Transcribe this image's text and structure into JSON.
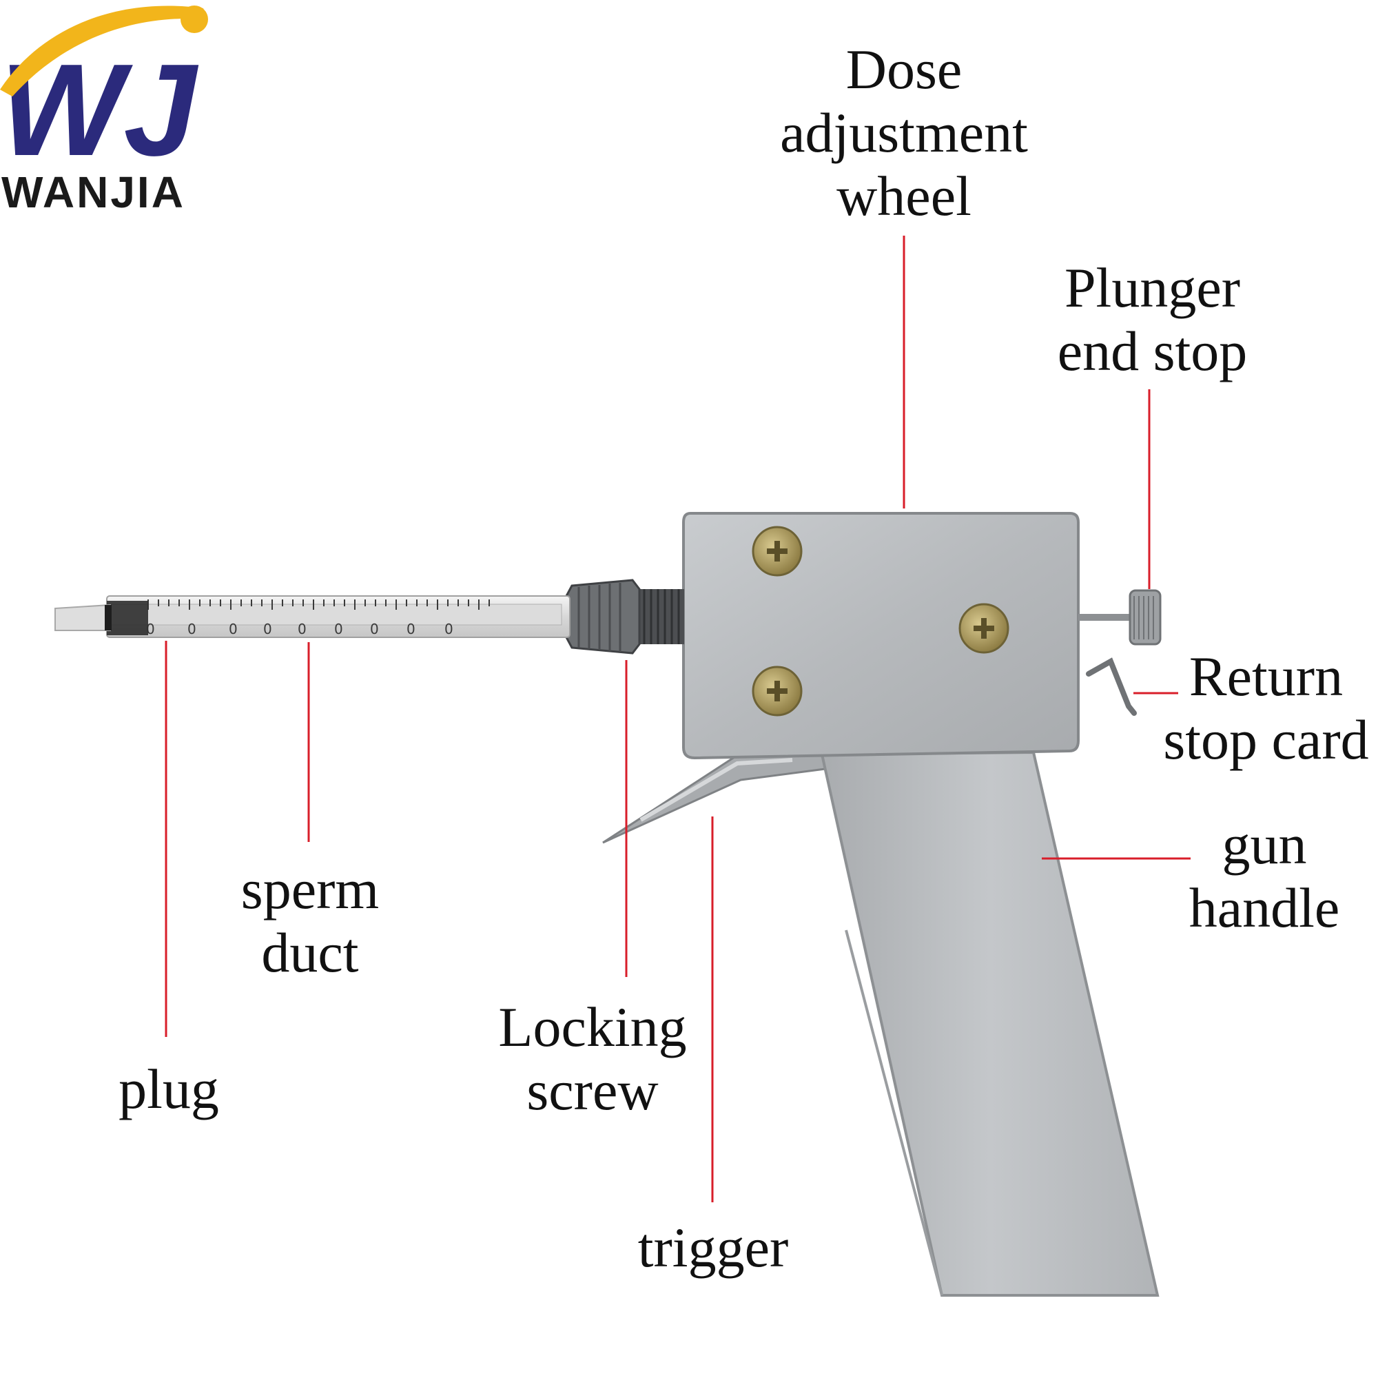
{
  "logo": {
    "mark": "WJ",
    "wordmark": "WANJIA"
  },
  "labels": {
    "dose": [
      "Dose",
      "adjustment",
      "wheel"
    ],
    "plunger": [
      "Plunger",
      "end stop"
    ],
    "return_stop": [
      "Return",
      "stop card"
    ],
    "gun_handle": [
      "gun",
      "handle"
    ],
    "sperm_duct": [
      "sperm",
      "duct"
    ],
    "plug": [
      "plug"
    ],
    "locking_screw": [
      "Locking",
      "screw"
    ],
    "trigger": [
      "trigger"
    ]
  },
  "syringe_scale": [
    "0",
    "0",
    "0",
    "0",
    "0",
    "0",
    "0",
    "0",
    "0"
  ],
  "colors": {
    "leader": "#d81e2a",
    "logo_blue": "#2b2a7c",
    "logo_gold": "#f2b51b",
    "metal": "#b9bcbf",
    "metal_dark": "#8d9093",
    "brass": "#a8965a"
  }
}
